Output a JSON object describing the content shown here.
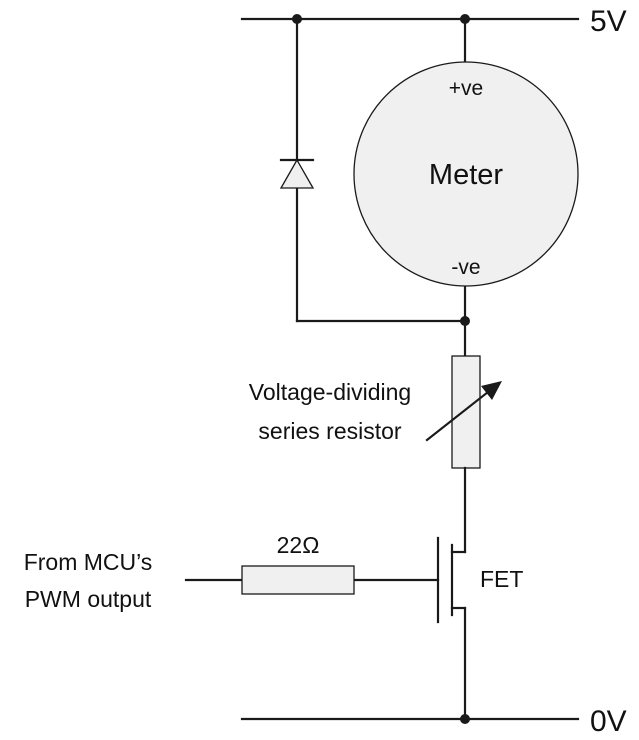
{
  "diagram": {
    "type": "circuit-schematic",
    "rails": {
      "top": "5V",
      "bottom": "0V"
    },
    "meter": {
      "label": "Meter",
      "positive_pin": "+ve",
      "negative_pin": "-ve"
    },
    "diode": {
      "role": "flyback diode across meter"
    },
    "series_resistor": {
      "label_line1": "Voltage-dividing",
      "label_line2": "series resistor",
      "variable": true
    },
    "gate_resistor": {
      "label": "22Ω"
    },
    "fet": {
      "label": "FET"
    },
    "input": {
      "label_line1": "From MCU’s",
      "label_line2": "PWM output"
    },
    "colors": {
      "wire": "#1a1a1a",
      "component_fill": "#f0f0f0",
      "background": "#ffffff"
    }
  }
}
